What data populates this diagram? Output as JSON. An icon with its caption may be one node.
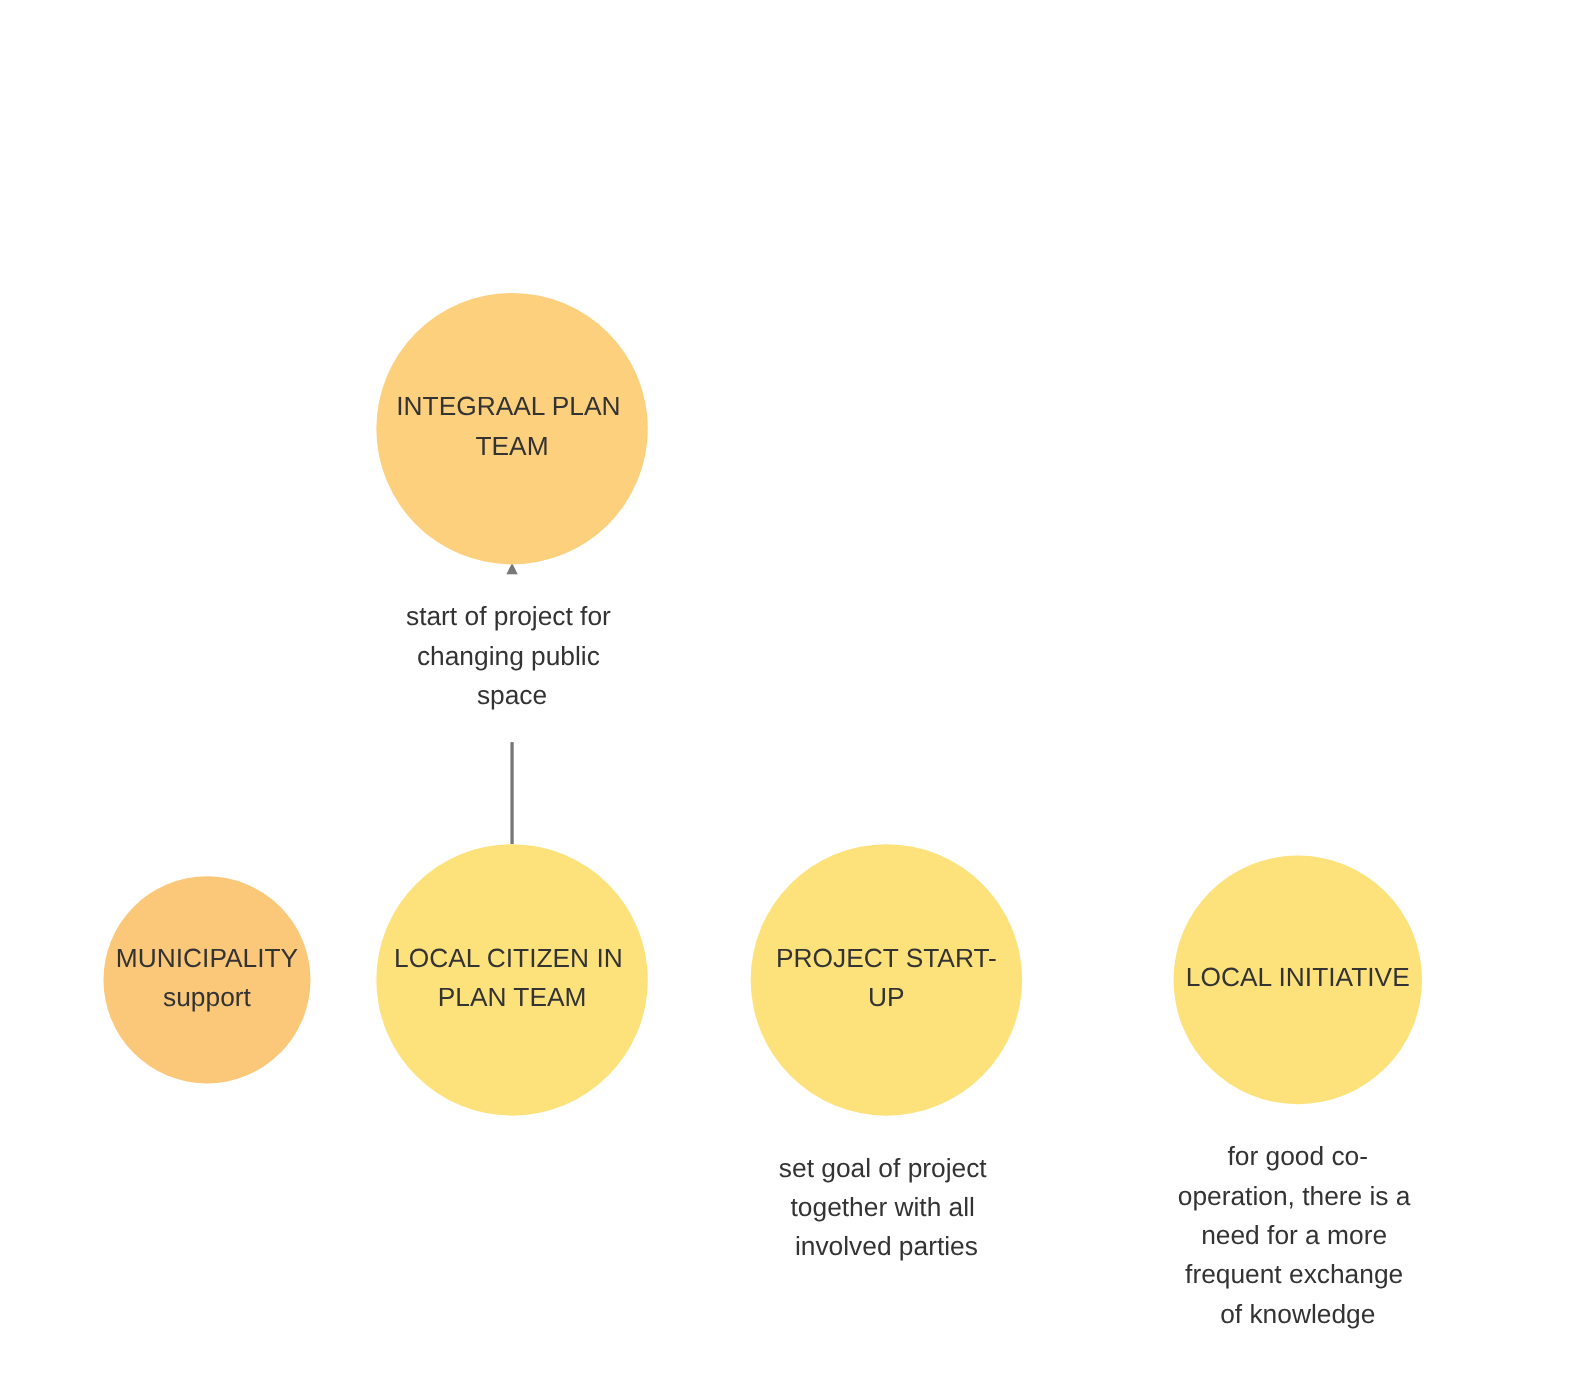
{
  "diagram": {
    "nodes": [
      {
        "text": [
          "INTEGRAAL PLAN TEAM"
        ],
        "beside": [
          "start of project for changing public space"
        ]
      },
      {
        "text": [
          "MUNICIPALITY",
          "support"
        ]
      },
      {
        "text": [
          "PROJECT START-UP"
        ],
        "beside": [
          "set goal of project together with all involved parties"
        ]
      },
      {
        "text": [
          "LOCAL CITIZEN IN PLAN TEAM"
        ]
      },
      {
        "text": [
          "LOCAL INITIATIVE"
        ],
        "beside": [
          "for good co-operation, there is a need for a more frequent exchange of knowledge"
        ]
      }
    ],
    "edges": [
      {
        "from": 3,
        "to": 0,
        "arrow": "to"
      }
    ]
  }
}
